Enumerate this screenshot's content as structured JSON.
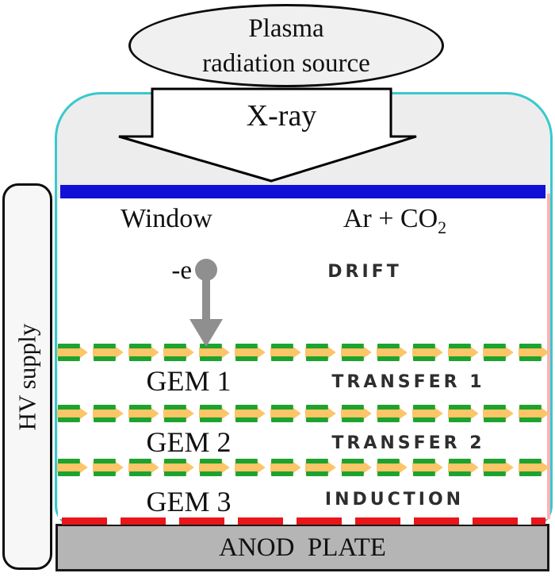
{
  "colors": {
    "cyan": "#38c9cd",
    "blue": "#1010d6",
    "pink": "#ffb1b1",
    "red": "#e8161b",
    "plate": "#b5b5b5",
    "green": "#1da32e",
    "yellow": "#fbc568",
    "chamber": "#ededed",
    "egray": "#8f8f8f"
  },
  "source": {
    "line1": "Plasma",
    "line2": "radiation source"
  },
  "beam": {
    "label": "X-ray"
  },
  "chamber": {
    "window_label": "Window",
    "gas_label": "Ar + CO",
    "gas_subscript": "2",
    "electron_label": "-e",
    "drift_label": "DRIFT"
  },
  "layers": [
    {
      "gem": "GEM 1",
      "region": "TRANSFER 1"
    },
    {
      "gem": "GEM 2",
      "region": "TRANSFER 2"
    },
    {
      "gem": "GEM 3",
      "region": "INDUCTION"
    }
  ],
  "foil": {
    "units_per_row": 14
  },
  "anode": {
    "label": "ANOD  PLATE"
  },
  "hv": {
    "label": "HV supply"
  }
}
